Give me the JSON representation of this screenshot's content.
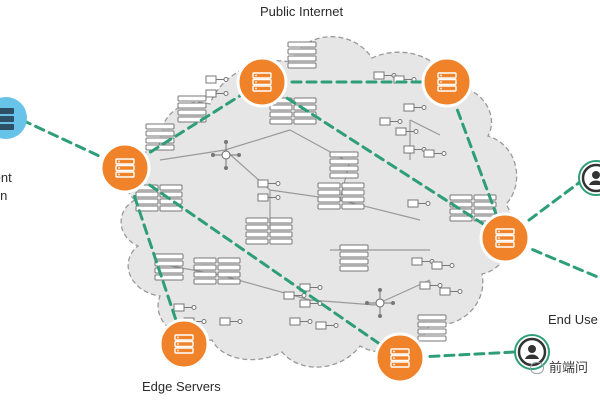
{
  "labels": {
    "public_internet": "Public Internet",
    "edge_servers": "Edge Servers",
    "origin_line1": "tent",
    "origin_line2": "gin",
    "end_users": "End Use",
    "watermark": "前端问"
  },
  "colors": {
    "cloud_fill": "#e6e6e6",
    "cloud_stroke": "#9a9a9a",
    "edge_orange": "#f0832a",
    "edge_stroke": "#ffffff",
    "dashed_green": "#2e9e78",
    "origin_blue": "#67c3e8",
    "server_gray": "#8a8a8a",
    "user_ring": "#2e9e78"
  },
  "icons": {
    "edge_server": "server-stack-icon",
    "origin": "origin-server-icon",
    "end_user": "user-icon",
    "network_node": "network-hub-icon",
    "watermark": "wechat-icon"
  }
}
